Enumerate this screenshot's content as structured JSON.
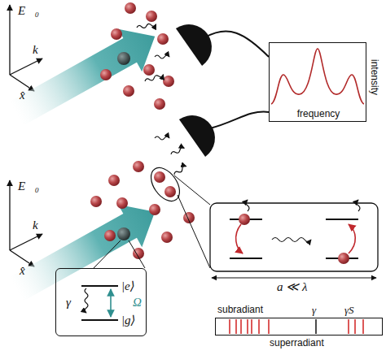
{
  "diagram": {
    "nodes": [
      {
        "text": [
          "frequency",
          "intensity"
        ]
      },
      {
        "text": [
          "|e⟩",
          "|g⟩",
          "γ",
          "Ω"
        ]
      },
      {
        "text": [
          "subradiant",
          "γ",
          "γS",
          "superradiant"
        ]
      }
    ],
    "labels": [
      "E⃗₀",
      "k⃗",
      "x̂",
      "E⃗₀",
      "k⃗",
      "x̂",
      "a ≪ λ"
    ]
  }
}
